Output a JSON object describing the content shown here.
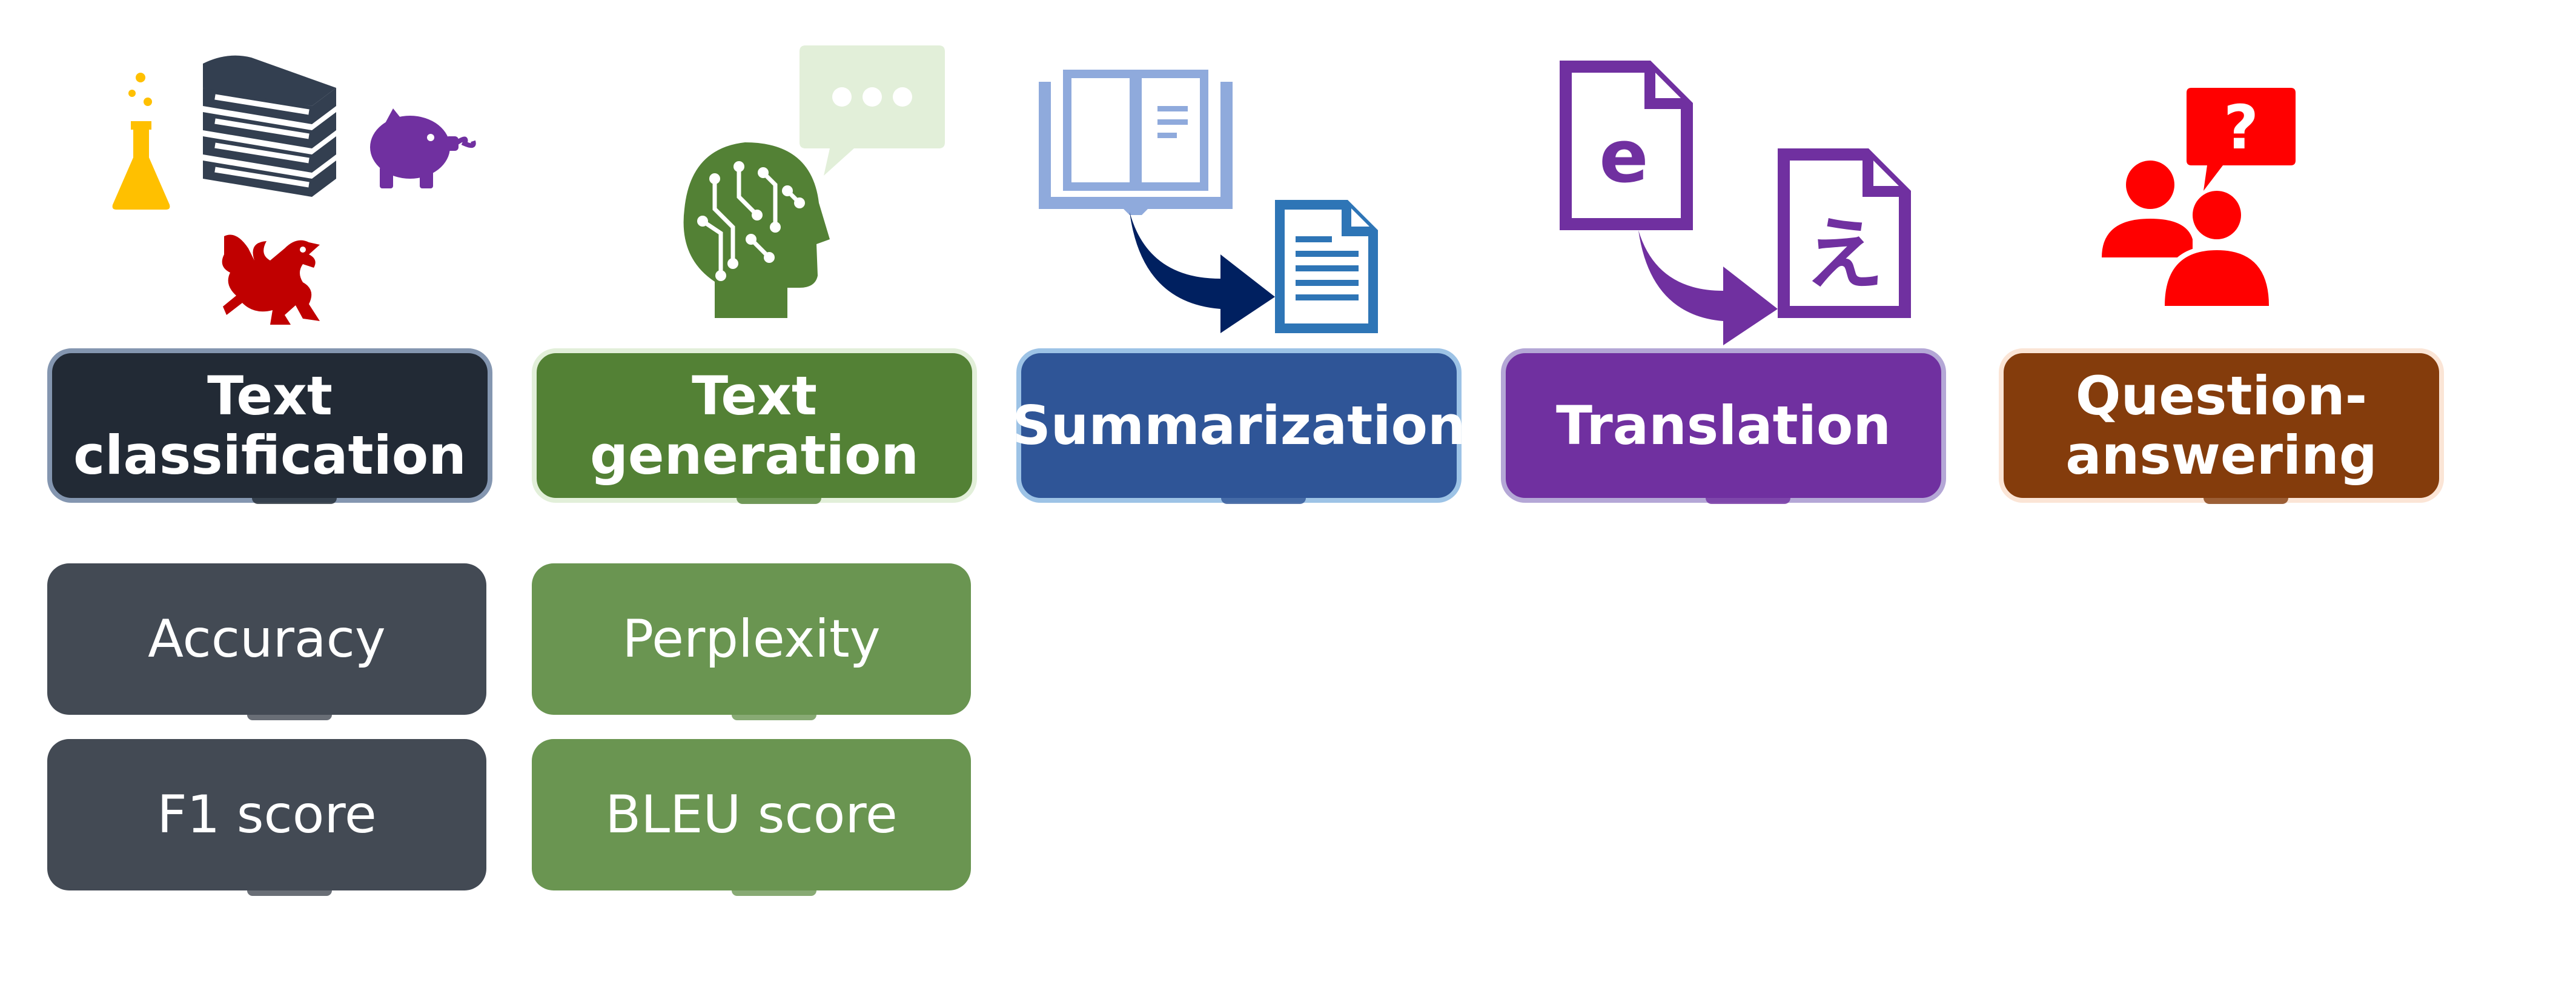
{
  "tasks": [
    {
      "label": "Text\nclassification",
      "color": "#222a35",
      "border": "#8496b0"
    },
    {
      "label": "Text\ngeneration",
      "color": "#538135",
      "border": "#e2efd9"
    },
    {
      "label": "Summarization",
      "color": "#2f5597",
      "border": "#9dc3e6"
    },
    {
      "label": "Translation",
      "color": "#7030a0",
      "border": "#b4a7d6"
    },
    {
      "label": "Question-\nanswering",
      "color": "#843c0c",
      "border": "#fbe5d6"
    }
  ],
  "metrics": {
    "classification": [
      "Accuracy",
      "F1 score"
    ],
    "generation": [
      "Perplexity",
      "BLEU score"
    ]
  },
  "icons": {
    "classification": [
      "flask-icon",
      "books-icon",
      "piggy-bank-icon",
      "dragon-icon"
    ],
    "generation": [
      "head-circuit-icon",
      "speech-bubble-icon"
    ],
    "summarization": [
      "open-book-icon",
      "arrow-icon",
      "document-icon"
    ],
    "translation": [
      "document-e-icon",
      "arrow-icon",
      "document-japanese-icon"
    ],
    "qa": [
      "people-icon",
      "question-bubble-icon"
    ]
  },
  "glyphs": {
    "document_e": "e",
    "document_japanese": "え",
    "question_mark": "?"
  },
  "colors": {
    "metric_classification": "#434a54",
    "metric_generation": "#6a9551",
    "icon_yellow": "#ffc000",
    "icon_purple": "#7030a0",
    "icon_red": "#c00000",
    "icon_green": "#538135",
    "icon_light_blue": "#8faadc",
    "icon_blue": "#2e75b6",
    "icon_navy": "#002060",
    "icon_bright_red": "#ff0000"
  }
}
